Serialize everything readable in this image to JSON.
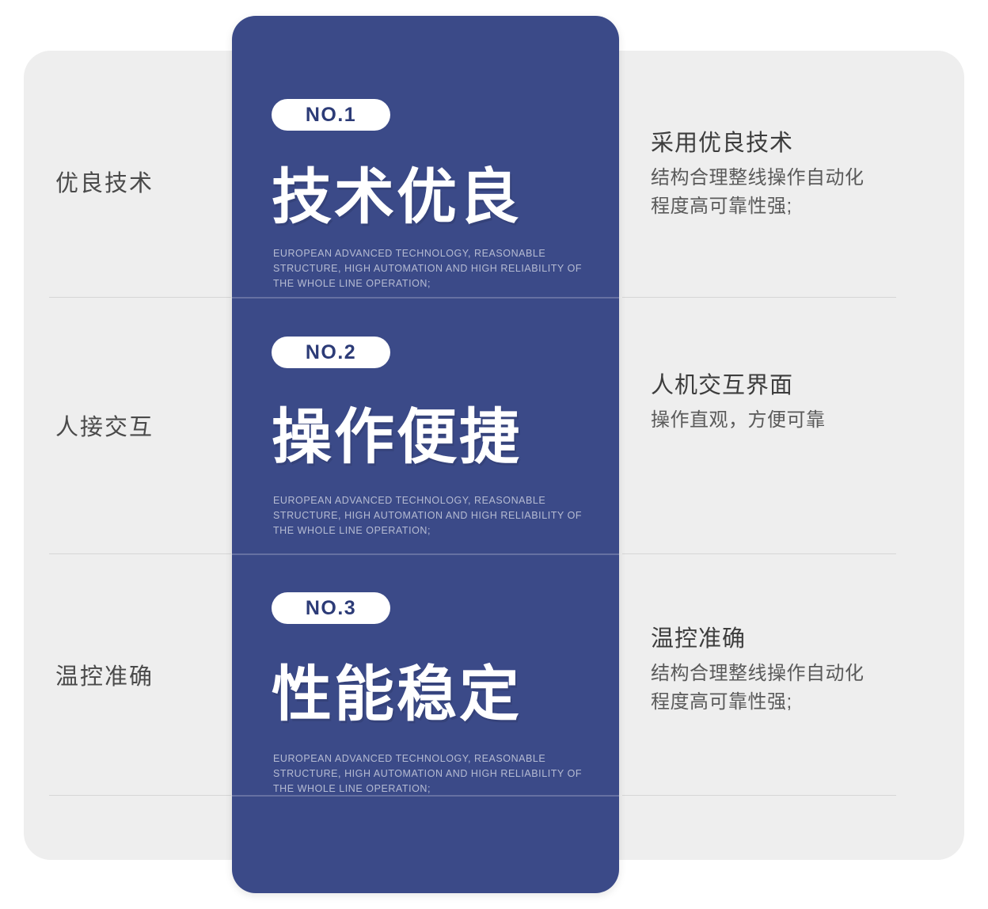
{
  "theme": {
    "panel_blue": "#3b4a88",
    "card_grey": "#eeeeee",
    "page_white": "#ffffff",
    "badge_text": "#2c3b77",
    "label_grey": "#4a4a4a"
  },
  "rows": [
    {
      "left_label": "优良技术",
      "badge": "NO.1",
      "headline": "技术优良",
      "caption": "EUROPEAN ADVANCED TECHNOLOGY, REASONABLE STRUCTURE, HIGH AUTOMATION AND HIGH RELIABILITY OF THE WHOLE LINE OPERATION;",
      "desc_title": "采用优良技术",
      "desc_line1": "结构合理整线操作自动化",
      "desc_line2": "程度高可靠性强;"
    },
    {
      "left_label": "人接交互",
      "badge": "NO.2",
      "headline": "操作便捷",
      "caption": "EUROPEAN ADVANCED TECHNOLOGY, REASONABLE STRUCTURE, HIGH AUTOMATION AND HIGH RELIABILITY OF THE WHOLE LINE OPERATION;",
      "desc_title": "人机交互界面",
      "desc_line1": "操作直观，方便可靠",
      "desc_line2": ""
    },
    {
      "left_label": "温控准确",
      "badge": "NO.3",
      "headline": "性能稳定",
      "caption": "EUROPEAN ADVANCED TECHNOLOGY, REASONABLE STRUCTURE, HIGH AUTOMATION AND HIGH RELIABILITY OF THE WHOLE LINE OPERATION;",
      "desc_title": "温控准确",
      "desc_line1": "结构合理整线操作自动化",
      "desc_line2": "程度高可靠性强;"
    }
  ]
}
